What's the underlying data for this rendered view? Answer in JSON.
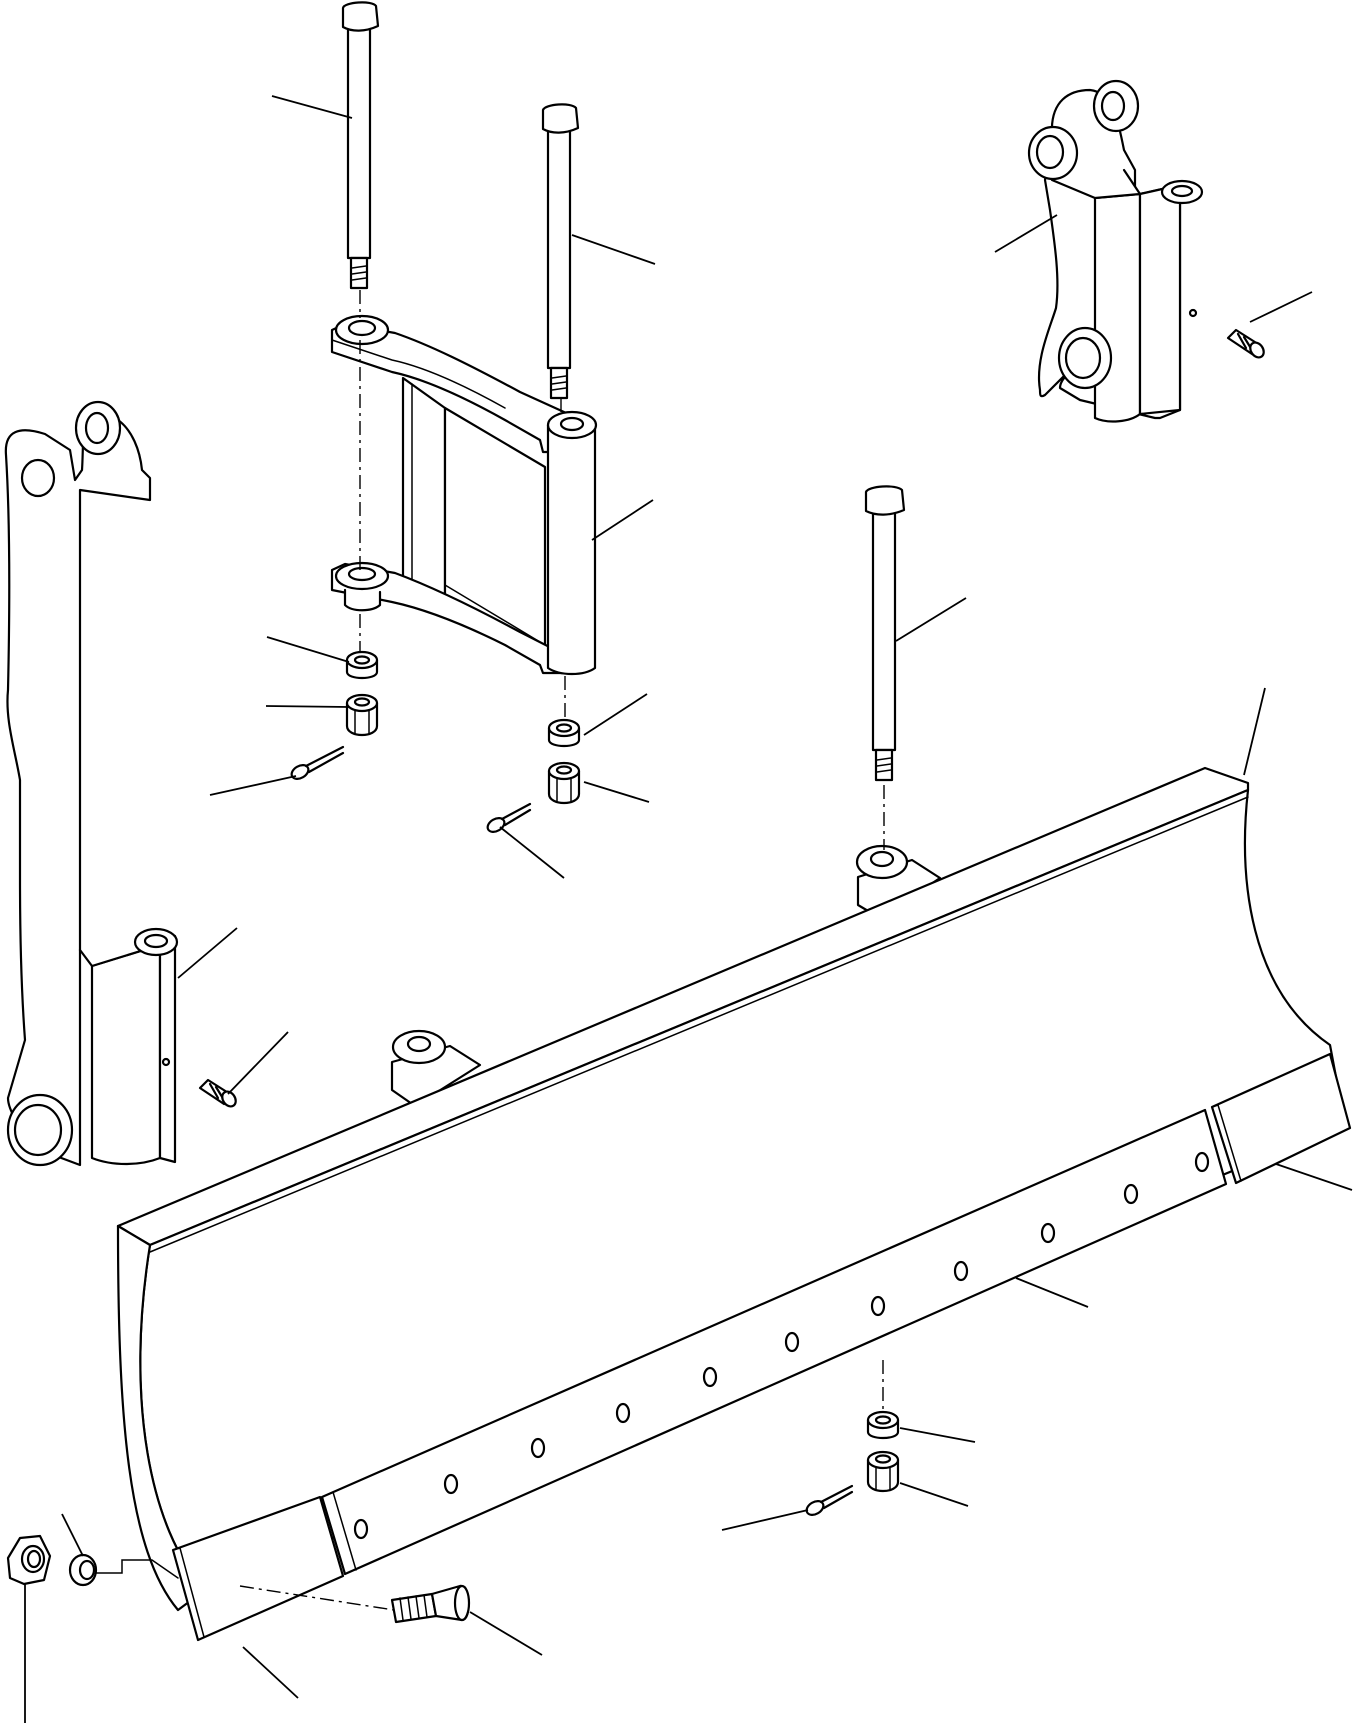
{
  "diagram": {
    "type": "exploded-parts-drawing",
    "colors": {
      "line": "#000000",
      "background": "#ffffff"
    },
    "parts": [
      "pin-top-left",
      "pin-top-center",
      "pin-bottom-right",
      "trunnion-frame",
      "arm-bracket-left",
      "arm-bracket-right",
      "grease-fitting-left",
      "grease-fitting-right",
      "washer",
      "lock-nut",
      "cotter-pin",
      "dozer-blade",
      "cutting-edge-center",
      "end-bit-left",
      "end-bit-right",
      "plow-bolt",
      "nut",
      "washer-small"
    ]
  }
}
